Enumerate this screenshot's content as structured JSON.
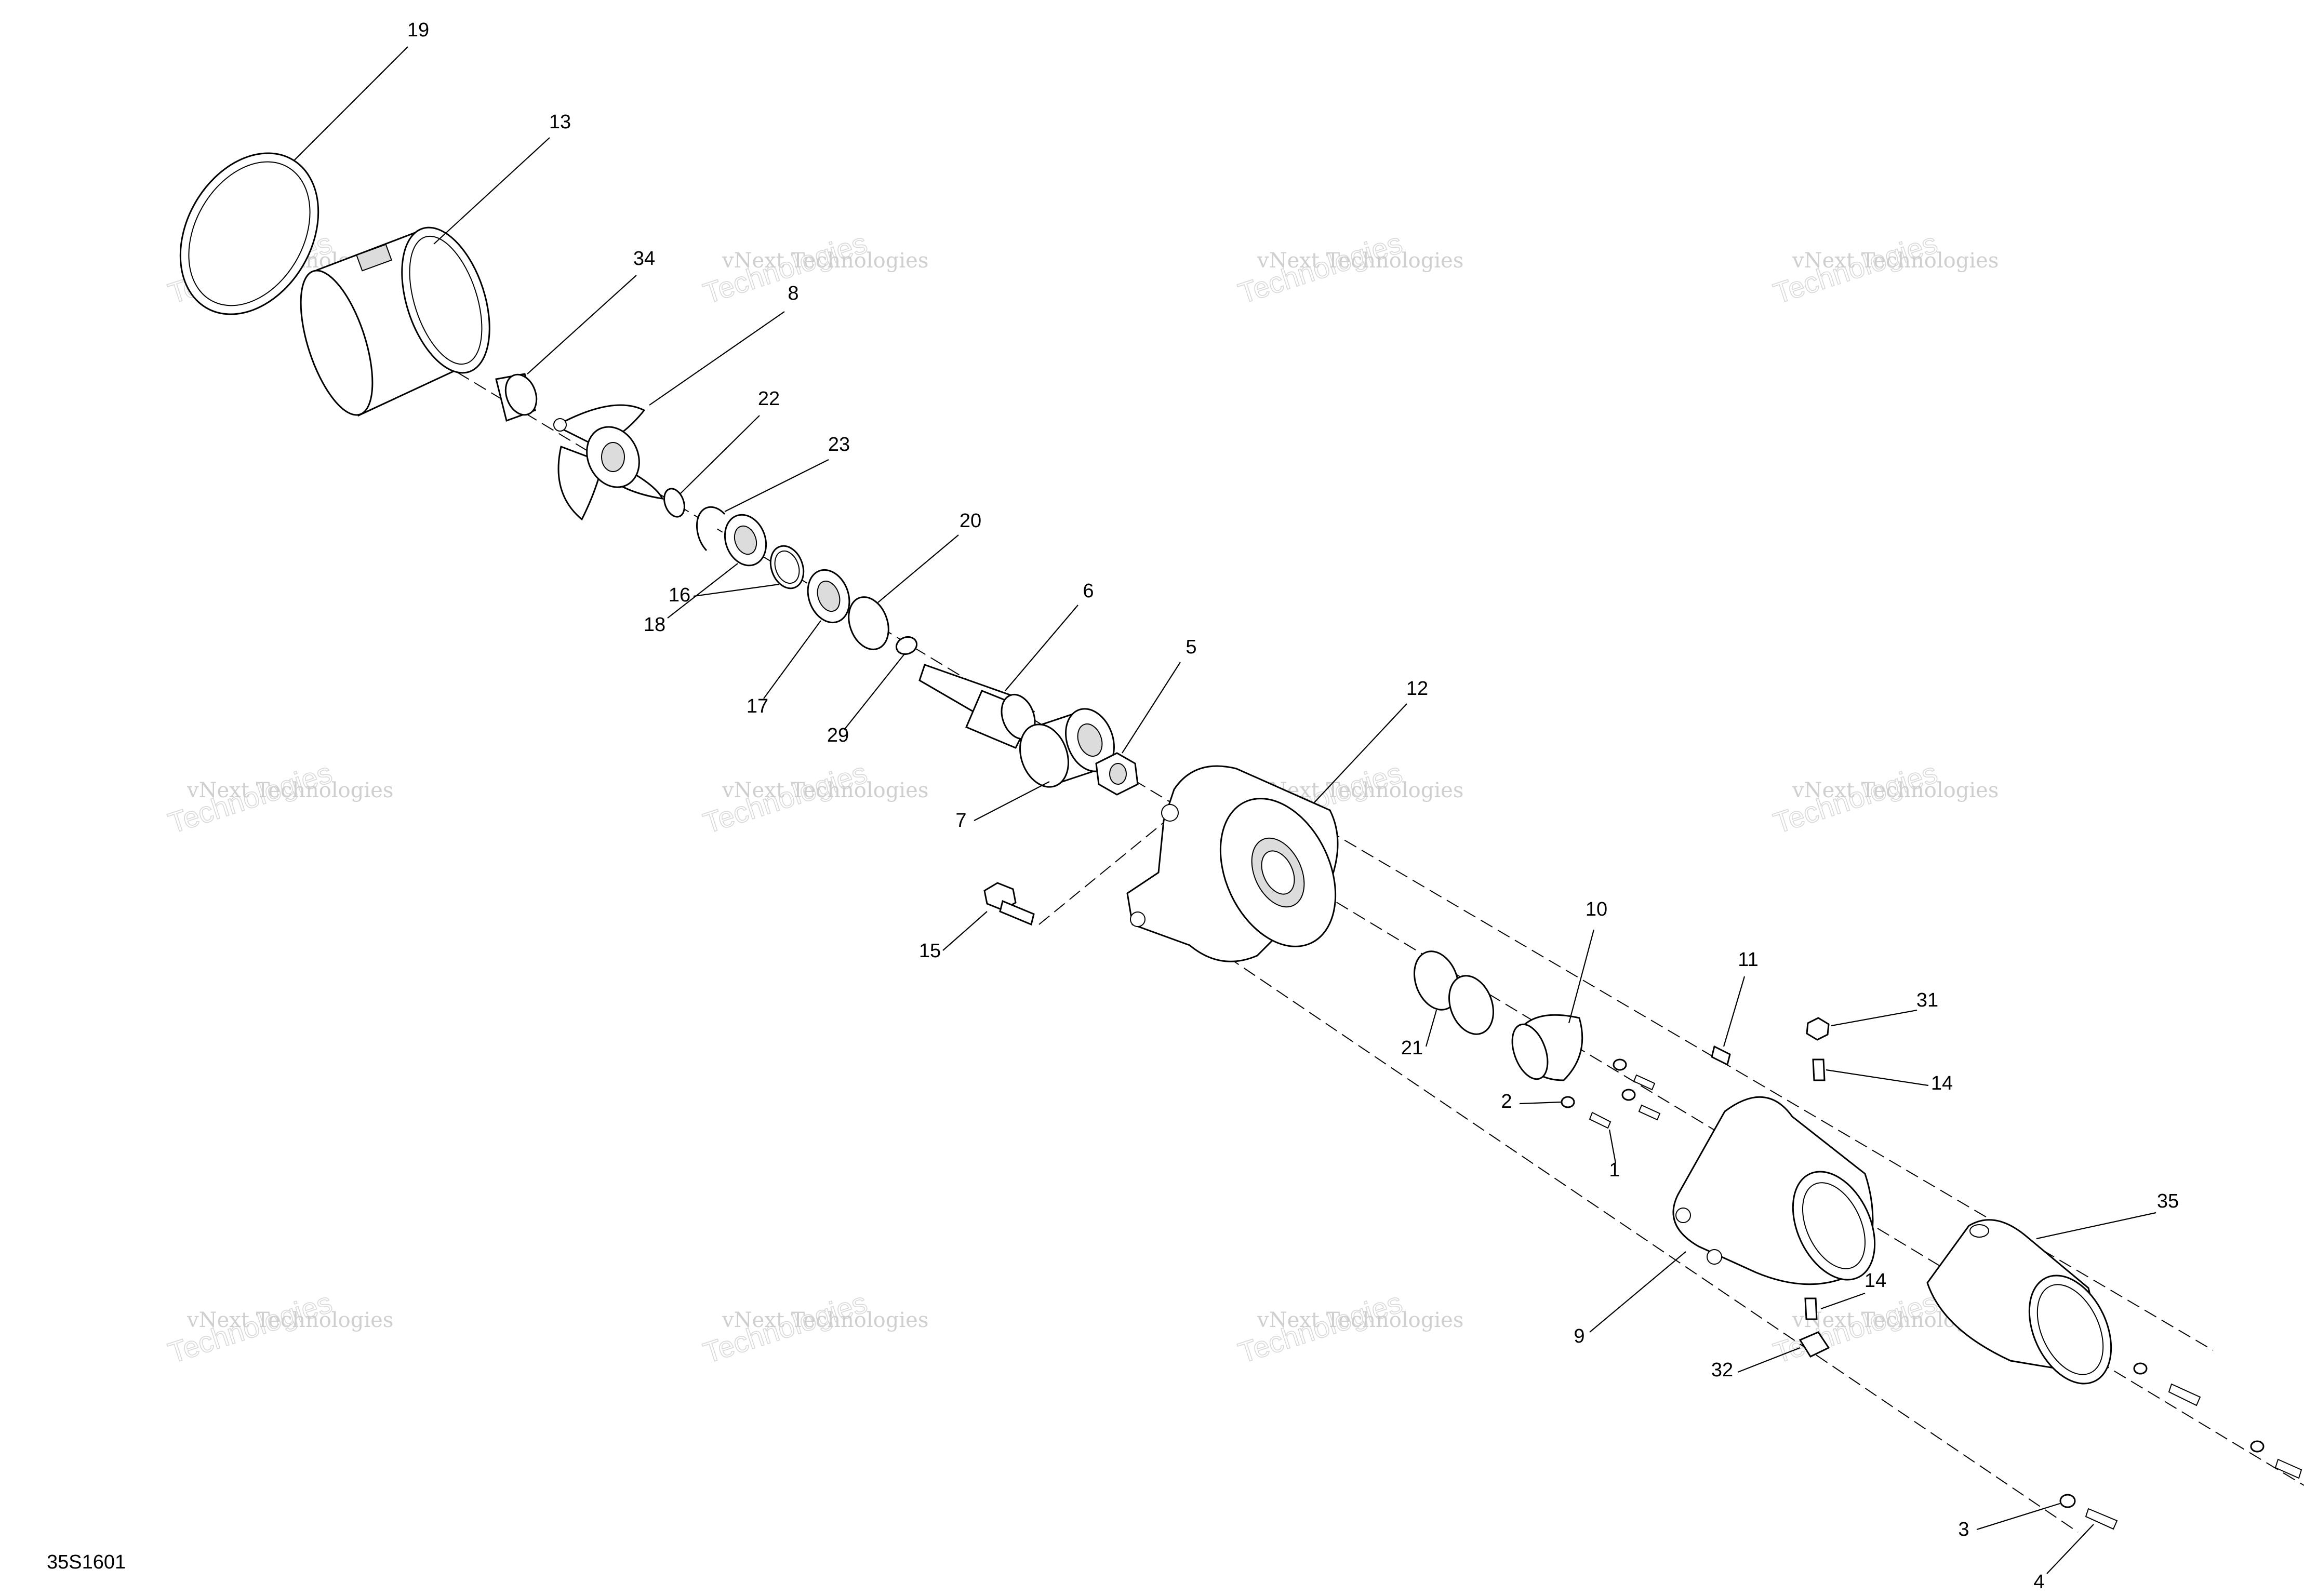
{
  "diagram_code": "35S1601",
  "watermark": {
    "line1": "vNext Technologies",
    "line2": "Technologies"
  },
  "callouts": [
    {
      "id": "19",
      "label": "19"
    },
    {
      "id": "13",
      "label": "13"
    },
    {
      "id": "34",
      "label": "34"
    },
    {
      "id": "8",
      "label": "8"
    },
    {
      "id": "22",
      "label": "22"
    },
    {
      "id": "23",
      "label": "23"
    },
    {
      "id": "18",
      "label": "18"
    },
    {
      "id": "16",
      "label": "16"
    },
    {
      "id": "20",
      "label": "20"
    },
    {
      "id": "17",
      "label": "17"
    },
    {
      "id": "29",
      "label": "29"
    },
    {
      "id": "6",
      "label": "6"
    },
    {
      "id": "5",
      "label": "5"
    },
    {
      "id": "7",
      "label": "7"
    },
    {
      "id": "12",
      "label": "12"
    },
    {
      "id": "15",
      "label": "15"
    },
    {
      "id": "10",
      "label": "10"
    },
    {
      "id": "21",
      "label": "21"
    },
    {
      "id": "11",
      "label": "11"
    },
    {
      "id": "31",
      "label": "31"
    },
    {
      "id": "14a",
      "label": "14"
    },
    {
      "id": "2",
      "label": "2"
    },
    {
      "id": "1",
      "label": "1"
    },
    {
      "id": "35",
      "label": "35"
    },
    {
      "id": "9",
      "label": "9"
    },
    {
      "id": "14b",
      "label": "14"
    },
    {
      "id": "32",
      "label": "32"
    },
    {
      "id": "3",
      "label": "3"
    },
    {
      "id": "4",
      "label": "4"
    }
  ]
}
